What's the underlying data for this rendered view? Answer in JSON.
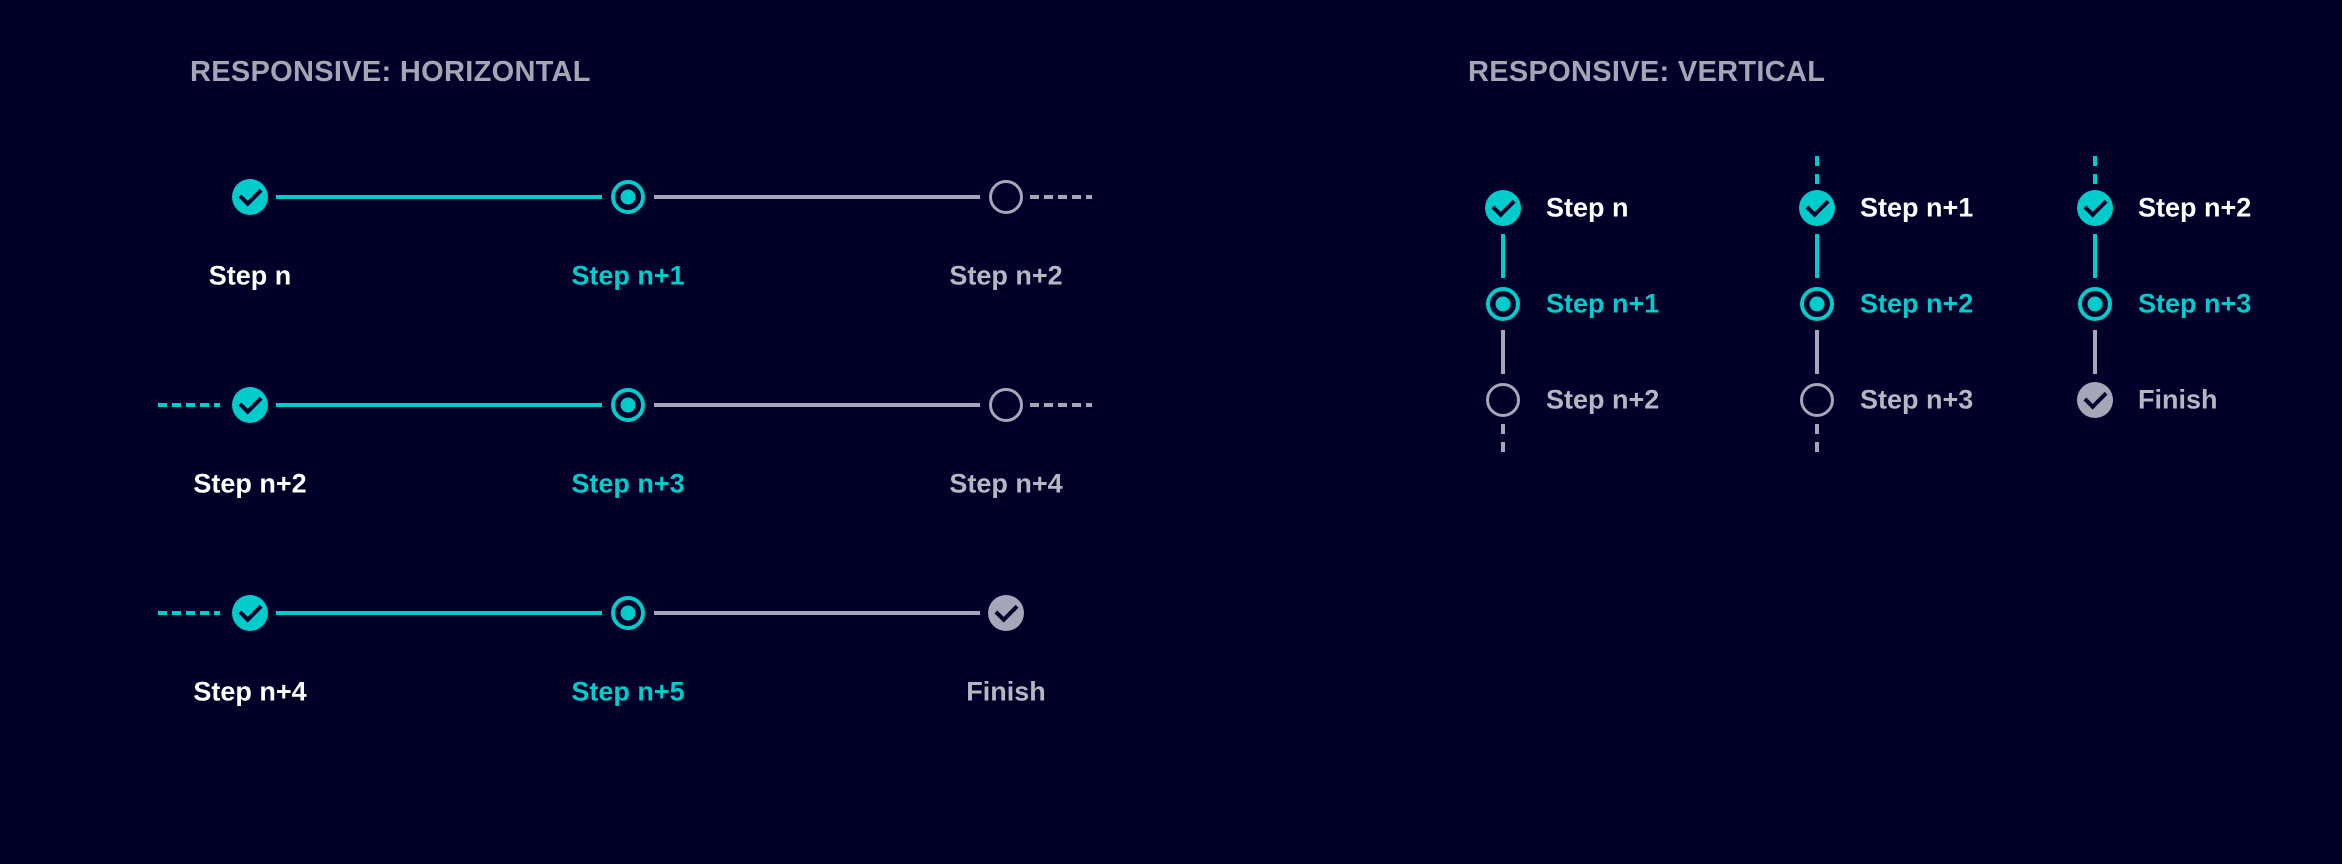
{
  "theme": {
    "background": "#000028",
    "accent": "#00CCCC",
    "completed_label": "#FFFFFF",
    "future_label": "#B7B7C4",
    "muted": "#A6A6B8",
    "heading": "#A5A5B5",
    "check_mark": "#000028"
  },
  "icons": {
    "completed": "check-circle-icon",
    "current": "current-dot-circle-icon",
    "open": "open-circle-icon",
    "finish": "finish-check-circle-icon"
  },
  "sections": {
    "horizontal": {
      "title": "RESPONSIVE: HORIZONTAL",
      "rows": [
        {
          "leading_dashed": false,
          "trailing_dashed": true,
          "connectors": [
            "solid-accent",
            "solid-muted"
          ],
          "steps": [
            {
              "label": "Step n",
              "state": "completed"
            },
            {
              "label": "Step n+1",
              "state": "current"
            },
            {
              "label": "Step n+2",
              "state": "open"
            }
          ]
        },
        {
          "leading_dashed": true,
          "trailing_dashed": true,
          "connectors": [
            "solid-accent",
            "solid-muted"
          ],
          "steps": [
            {
              "label": "Step n+2",
              "state": "completed"
            },
            {
              "label": "Step n+3",
              "state": "current"
            },
            {
              "label": "Step n+4",
              "state": "open"
            }
          ]
        },
        {
          "leading_dashed": true,
          "trailing_dashed": false,
          "connectors": [
            "solid-accent",
            "solid-muted"
          ],
          "steps": [
            {
              "label": "Step n+4",
              "state": "completed"
            },
            {
              "label": "Step n+5",
              "state": "current"
            },
            {
              "label": "Finish",
              "state": "finish"
            }
          ]
        }
      ]
    },
    "vertical": {
      "title": "RESPONSIVE: VERTICAL",
      "columns": [
        {
          "leading_dashed": false,
          "trailing_dashed": true,
          "connectors": [
            "solid-accent",
            "solid-muted"
          ],
          "steps": [
            {
              "label": "Step n",
              "state": "completed"
            },
            {
              "label": "Step n+1",
              "state": "current"
            },
            {
              "label": "Step n+2",
              "state": "open"
            }
          ]
        },
        {
          "leading_dashed": true,
          "trailing_dashed": true,
          "connectors": [
            "solid-accent",
            "solid-muted"
          ],
          "steps": [
            {
              "label": "Step n+1",
              "state": "completed"
            },
            {
              "label": "Step n+2",
              "state": "current"
            },
            {
              "label": "Step n+3",
              "state": "open"
            }
          ]
        },
        {
          "leading_dashed": true,
          "trailing_dashed": false,
          "connectors": [
            "solid-accent",
            "solid-muted"
          ],
          "steps": [
            {
              "label": "Step n+2",
              "state": "completed"
            },
            {
              "label": "Step n+3",
              "state": "current"
            },
            {
              "label": "Finish",
              "state": "finish"
            }
          ]
        }
      ]
    }
  }
}
